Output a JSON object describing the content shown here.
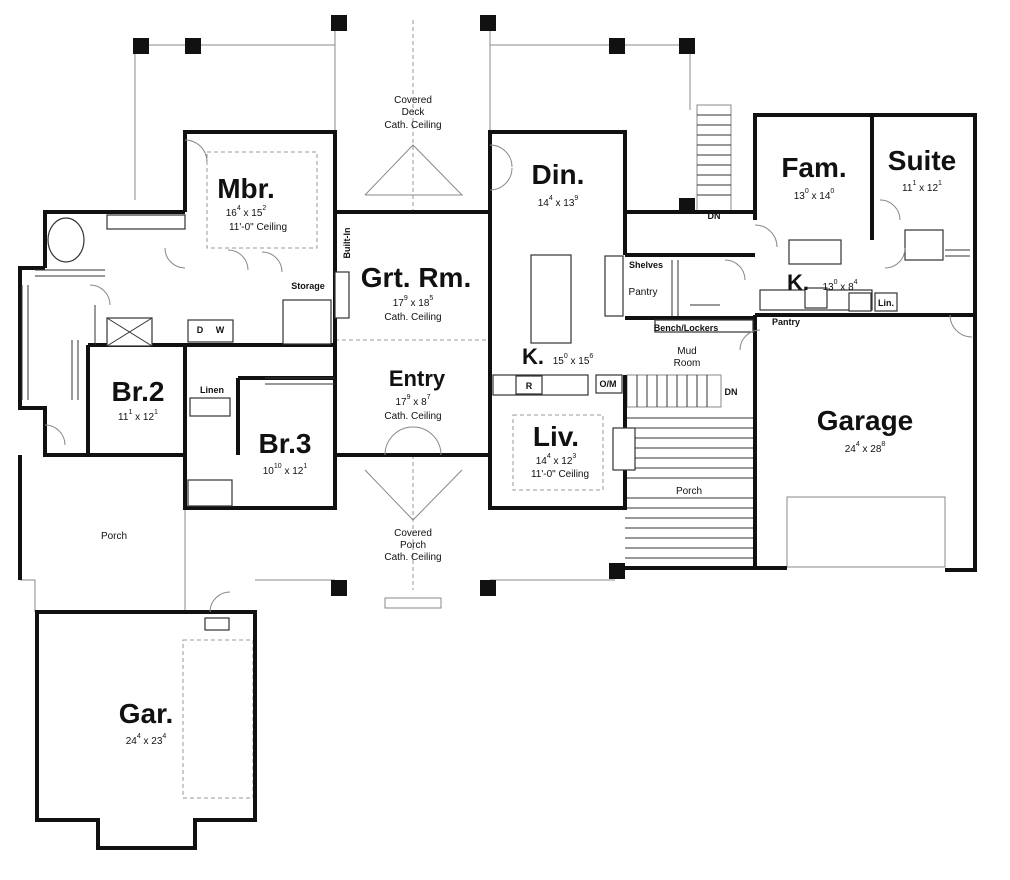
{
  "rooms": {
    "mbr": {
      "name": "Mbr.",
      "w_ft": "16",
      "w_in": "4",
      "d_ft": "15",
      "d_in": "2",
      "note": "11'-0\" Ceiling"
    },
    "grt_rm": {
      "name": "Grt. Rm.",
      "w_ft": "17",
      "w_in": "9",
      "d_ft": "18",
      "d_in": "5",
      "note": "Cath. Ceiling"
    },
    "din": {
      "name": "Din.",
      "w_ft": "14",
      "w_in": "4",
      "d_ft": "13",
      "d_in": "9"
    },
    "fam": {
      "name": "Fam.",
      "w_ft": "13",
      "w_in": "0",
      "d_ft": "14",
      "d_in": "0"
    },
    "suite": {
      "name": "Suite",
      "w_ft": "11",
      "w_in": "1",
      "d_ft": "12",
      "d_in": "1"
    },
    "k2": {
      "name": "K.",
      "w_ft": "13",
      "w_in": "0",
      "d_ft": "8",
      "d_in": "4"
    },
    "br2": {
      "name": "Br.2",
      "w_ft": "11",
      "w_in": "1",
      "d_ft": "12",
      "d_in": "1"
    },
    "br3": {
      "name": "Br.3",
      "w_ft": "10",
      "w_in": "10",
      "d_ft": "12",
      "d_in": "1"
    },
    "entry": {
      "name": "Entry",
      "w_ft": "17",
      "w_in": "9",
      "d_ft": "8",
      "d_in": "7",
      "note": "Cath. Ceiling"
    },
    "k": {
      "name": "K.",
      "w_ft": "15",
      "w_in": "0",
      "d_ft": "15",
      "d_in": "6"
    },
    "liv": {
      "name": "Liv.",
      "w_ft": "14",
      "w_in": "4",
      "d_ft": "12",
      "d_in": "3",
      "note": "11'-0\" Ceiling"
    },
    "garage": {
      "name": "Garage",
      "w_ft": "24",
      "w_in": "4",
      "d_ft": "28",
      "d_in": "8"
    },
    "gar": {
      "name": "Gar.",
      "w_ft": "24",
      "w_in": "4",
      "d_ft": "23",
      "d_in": "4"
    }
  },
  "labels": {
    "covered_deck": [
      "Covered",
      "Deck",
      "Cath. Ceiling"
    ],
    "covered_porch": [
      "Covered",
      "Porch",
      "Cath. Ceiling"
    ],
    "porch_left": "Porch",
    "porch_right": "Porch",
    "mud_room": [
      "Mud",
      "Room"
    ],
    "storage": "Storage",
    "built_in": "Built-In",
    "shelves": "Shelves",
    "pantry": "Pantry",
    "pantry2": "Pantry",
    "bench_lockers": "Bench/Lockers",
    "linen": "Linen",
    "lin": "Lin.",
    "om": "O/M",
    "dn1": "DN",
    "dn2": "DN",
    "d": "D",
    "w": "W",
    "r": "R",
    "x": "x"
  },
  "colors": {
    "wall": "#111111",
    "background": "#ffffff"
  }
}
